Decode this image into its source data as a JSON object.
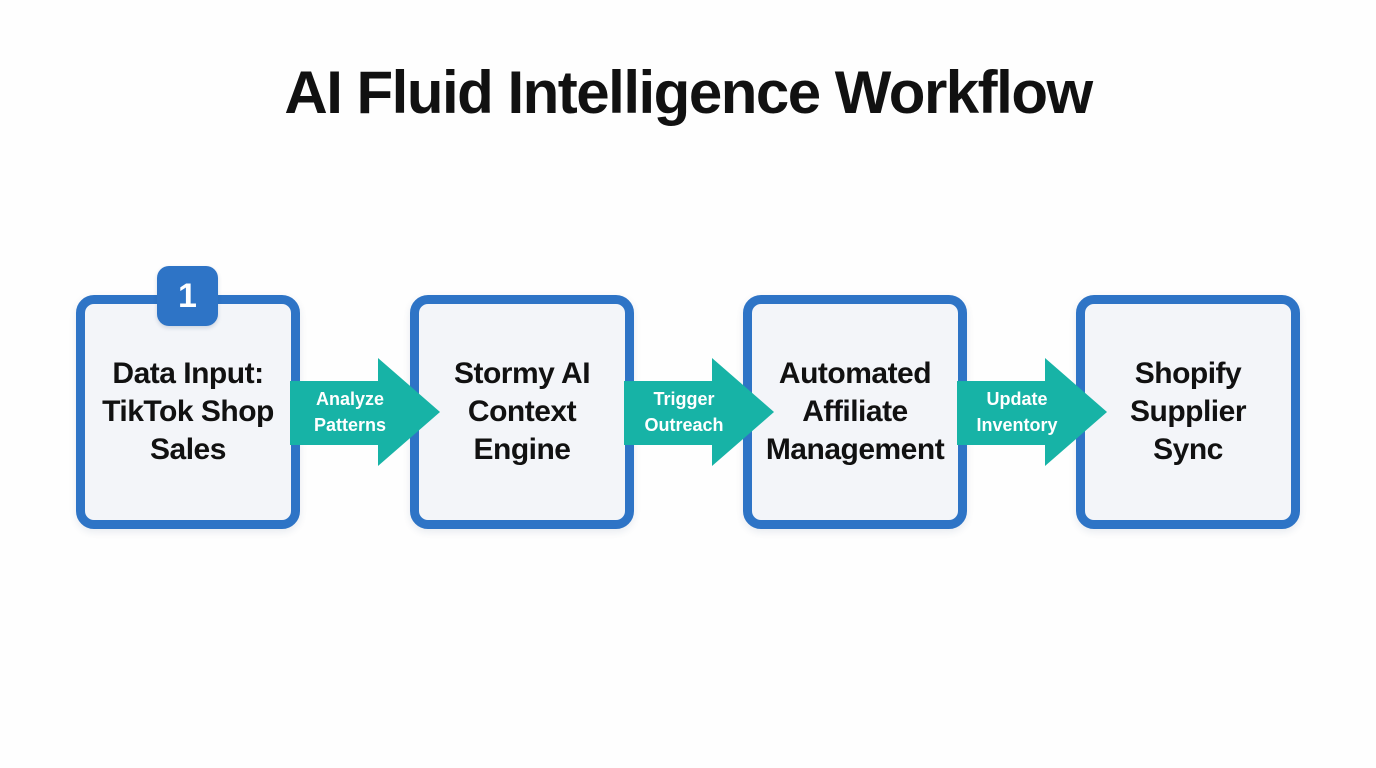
{
  "title": "AI Fluid Intelligence Workflow",
  "steps": [
    {
      "badge": "1",
      "lines": [
        "Data Input:",
        "TikTok Shop",
        "Sales"
      ]
    },
    {
      "lines": [
        "Stormy AI",
        "Context",
        "Engine"
      ]
    },
    {
      "lines": [
        "Automated",
        "Affiliate",
        "Management"
      ]
    },
    {
      "lines": [
        "Shopify",
        "Supplier",
        "Sync"
      ]
    }
  ],
  "arrows": [
    {
      "lines": [
        "Analyze",
        "Patterns"
      ]
    },
    {
      "lines": [
        "Trigger",
        "Outreach"
      ]
    },
    {
      "lines": [
        "Update",
        "Inventory"
      ]
    }
  ],
  "colors": {
    "accent_blue": "#2E74C6",
    "accent_teal": "#17B3A6",
    "box_fill": "#F3F5F9",
    "text": "#111111",
    "background": "#FEFEFE"
  }
}
